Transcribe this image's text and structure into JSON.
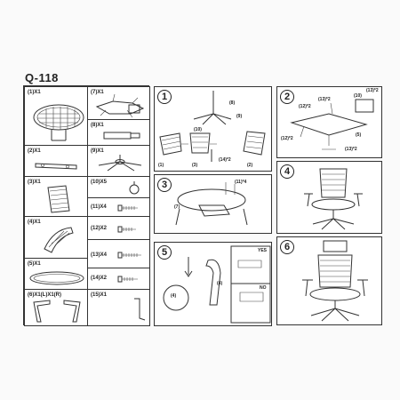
{
  "title": "Q-118",
  "parts": [
    {
      "id": "p1",
      "label": "(1)X1"
    },
    {
      "id": "p7",
      "label": "(7)X1"
    },
    {
      "id": "p8",
      "label": "(8)X1"
    },
    {
      "id": "p2",
      "label": "(2)X1"
    },
    {
      "id": "p9",
      "label": "(9)X1"
    },
    {
      "id": "p3",
      "label": "(3)X1"
    },
    {
      "id": "p10",
      "label": "(10)X5"
    },
    {
      "id": "p11",
      "label": "(11)X4"
    },
    {
      "id": "p4",
      "label": "(4)X1"
    },
    {
      "id": "p12",
      "label": "(12)X2"
    },
    {
      "id": "p5",
      "label": "(5)X1"
    },
    {
      "id": "p13",
      "label": "(13)X4"
    },
    {
      "id": "p14",
      "label": "(14)X2"
    },
    {
      "id": "p6",
      "label": "(6)X1(L)X1(R)"
    },
    {
      "id": "p15",
      "label": "(15)X1"
    }
  ],
  "steps": {
    "s1": {
      "number": "1",
      "callouts": [
        "(8)",
        "(9)",
        "(10)",
        "(1)",
        "(3)",
        "(2)",
        "(14)*2"
      ]
    },
    "s2": {
      "number": "2",
      "callouts": [
        "(13)*2",
        "(10)",
        "(12)*2",
        "(13)*2",
        "(12)*2",
        "(5)",
        "(13)*2"
      ]
    },
    "s3": {
      "number": "3",
      "callouts": [
        "(11)*4",
        "(7)"
      ]
    },
    "s4": {
      "number": "4"
    },
    "s5": {
      "number": "5",
      "callouts": [
        "(4)",
        "(4)"
      ],
      "yes": "YES",
      "no": "NO"
    },
    "s6": {
      "number": "6"
    }
  }
}
